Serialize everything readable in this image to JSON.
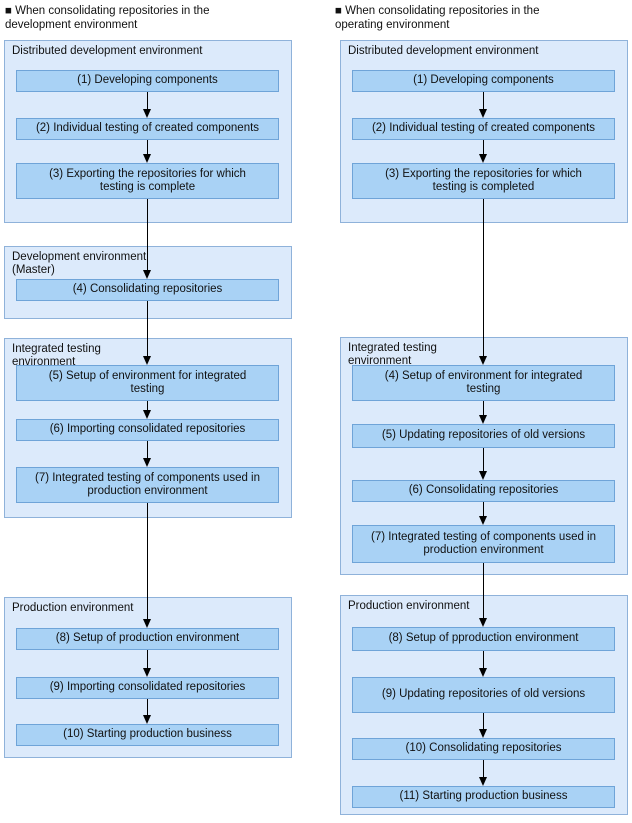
{
  "colors": {
    "container_fill": "#dceafb",
    "container_border": "#8fb2da",
    "step_fill": "#a9d2f5",
    "step_border": "#6fa4d8",
    "arrow": "#000000"
  },
  "left": {
    "heading": [
      "■ When consolidating repositories in the",
      "development environment"
    ],
    "containers": [
      {
        "label": [
          "Distributed development environment"
        ],
        "steps": [
          "(1) Developing components",
          "(2) Individual testing of created components",
          [
            "(3) Exporting the repositories for which",
            "testing is complete"
          ]
        ]
      },
      {
        "label": [
          "Development environment",
          "(Master)"
        ],
        "steps": [
          "(4) Consolidating repositories"
        ]
      },
      {
        "label": [
          "Integrated testing",
          "environment"
        ],
        "steps": [
          [
            "(5) Setup of environment for integrated",
            "testing"
          ],
          "(6) Importing consolidated repositories",
          [
            "(7) Integrated testing of components used in",
            "production environment"
          ]
        ]
      },
      {
        "label": [
          "Production environment"
        ],
        "steps": [
          "(8) Setup of production environment",
          "(9) Importing consolidated repositories",
          "(10) Starting production business"
        ]
      }
    ]
  },
  "right": {
    "heading": [
      "■ When consolidating repositories in the",
      "operating environment"
    ],
    "containers": [
      {
        "label": [
          "Distributed development environment"
        ],
        "steps": [
          "(1) Developing components",
          "(2) Individual testing of created components",
          [
            "(3) Exporting the repositories for which",
            "testing is completed"
          ]
        ]
      },
      {
        "label": [
          "Integrated testing",
          "environment"
        ],
        "steps": [
          [
            "(4) Setup of environment for integrated",
            "testing"
          ],
          "(5) Updating repositories of old versions",
          "(6) Consolidating repositories",
          [
            "(7) Integrated testing of components used in",
            "production environment"
          ]
        ]
      },
      {
        "label": [
          "Production environment"
        ],
        "steps": [
          "(8) Setup of pproduction environment",
          "(9) Updating repositories of old versions",
          "(10) Consolidating repositories",
          "(11) Starting production business"
        ]
      }
    ]
  }
}
